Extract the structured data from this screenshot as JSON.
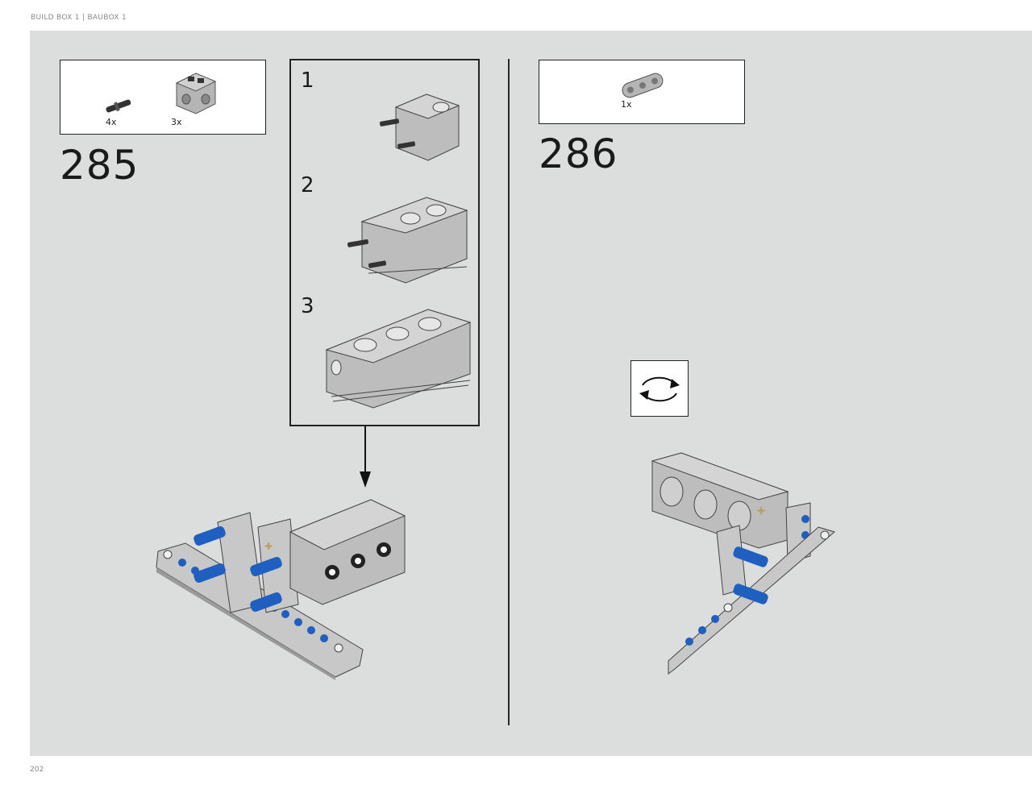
{
  "header": {
    "text": "BUILD BOX 1  |  BAUBOX 1"
  },
  "footer": {
    "page_number": "202"
  },
  "step285": {
    "number": "285",
    "parts": [
      {
        "name": "pin-with-axle",
        "qty": "4x",
        "color": "#3a3a3a"
      },
      {
        "name": "engine-block",
        "qty": "3x",
        "color": "#a8a8a8"
      }
    ],
    "substeps": [
      {
        "number": "1"
      },
      {
        "number": "2"
      },
      {
        "number": "3"
      }
    ]
  },
  "step286": {
    "number": "286",
    "parts": [
      {
        "name": "beam-3",
        "qty": "1x",
        "color": "#a8a8a8"
      }
    ],
    "rotate_icon": "rotate-model-icon"
  },
  "colors": {
    "page_background": "#dcdddd",
    "light_gray": "#c8c8c8",
    "dark_gray": "#555555",
    "blue": "#1e5fbf",
    "tan": "#d8c89a"
  }
}
